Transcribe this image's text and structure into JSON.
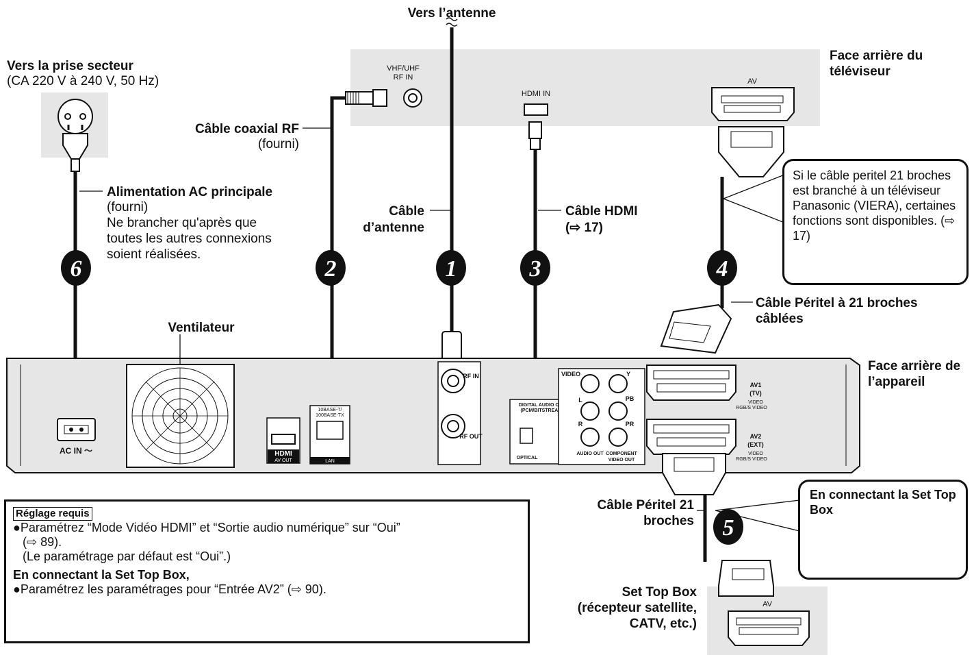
{
  "labels": {
    "antenna_top": "Vers l’antenne",
    "mains_title": "Vers la prise secteur",
    "mains_spec": "(CA 220 V à 240 V, 50 Hz)",
    "rf_cable": "Câble coaxial RF",
    "rf_cable_note": "(fourni)",
    "ac_main": "Alimentation AC principale",
    "ac_note1": "(fourni)",
    "ac_note2": "Ne brancher qu'après que",
    "ac_note3": "toutes les autres connexions",
    "ac_note4": "soient réalisées.",
    "antenna_cable1": "Câble",
    "antenna_cable2": "d’antenne",
    "hdmi_cable1": "Câble HDMI",
    "hdmi_cable2": "(⇨ 17)",
    "tv_rear1": "Face arrière du",
    "tv_rear2": "téléviseur",
    "tv_vhf1": "VHF/UHF",
    "tv_vhf2": "RF IN",
    "tv_hdmi_in": "HDMI IN",
    "tv_av": "AV",
    "fan": "Ventilateur",
    "unit_rear1": "Face arrière de",
    "unit_rear2": "l’appareil",
    "scart_wired1": "Câble Péritel à 21 broches",
    "scart_wired2": "câblées",
    "scart5_1": "Câble Péritel 21",
    "scart5_2": "broches",
    "stb1": "Set Top Box",
    "stb2": "(récepteur satellite,",
    "stb3": "CATV, etc.)",
    "stb_av": "AV"
  },
  "numbers": [
    "1",
    "2",
    "3",
    "4",
    "5",
    "6"
  ],
  "panel": {
    "rf_in": "RF IN",
    "rf_out": "RF OUT",
    "ac_in": "AC IN ～",
    "hdmi_logo": "HDMI",
    "hdmi_av_out": "AV OUT",
    "lan1": "10BASE-T/",
    "lan2": "100BASE-TX",
    "lan3": "LAN",
    "digital_audio1": "DIGITAL AUDIO OUT",
    "digital_audio2": "(PCM/BITSTREAM)",
    "optical": "OPTICAL",
    "video": "VIDEO",
    "audio_l": "L",
    "audio_r": "R",
    "audio_out": "AUDIO OUT",
    "y": "Y",
    "pb": "PB",
    "pr": "PR",
    "component": "COMPONENT",
    "video_out": "VIDEO OUT",
    "av1": "AV1",
    "av1_sub": "(TV)",
    "av2": "AV2",
    "av2_sub": "(EXT)",
    "video_small": "VIDEO",
    "rgbs_video": "RGB/S VIDEO"
  },
  "callouts": {
    "viera": "Si le câble peritel 21 broches est branché à un téléviseur Panasonic (VIERA), certaines fonctions sont disponibles. (⇨ 17)",
    "stb_connect": "En connectant la Set Top Box"
  },
  "settings": {
    "header": "Réglage requis",
    "line1": "●Paramétrez “Mode Vidéo HDMI” et “Sortie audio numérique” sur “Oui”",
    "line2": "(⇨ 89).",
    "line3": "(Le paramétrage par défaut est “Oui”.)",
    "subheader": "En connectant la Set Top Box,",
    "line4": "●Paramétrez les paramétrages pour “Entrée AV2” (⇨ 90)."
  }
}
